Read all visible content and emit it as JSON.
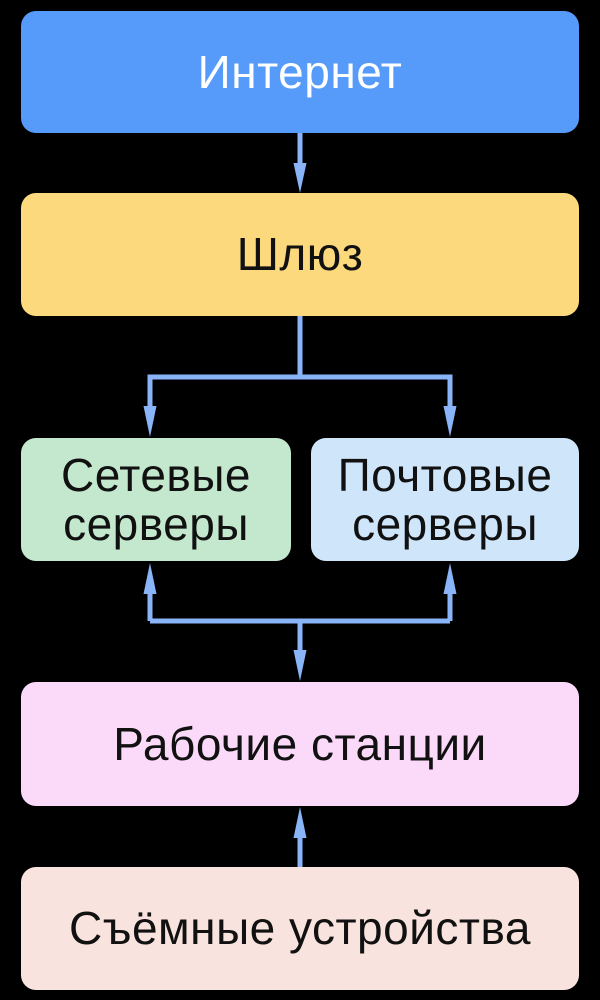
{
  "diagram": {
    "background": "#000000",
    "arrow_color": "#8ab4f8",
    "nodes": [
      {
        "id": "internet",
        "label": "Интернет",
        "fill": "#569afa",
        "text_color": "#ffffff"
      },
      {
        "id": "gateway",
        "label": "Шлюз",
        "fill": "#fdd97d",
        "text_color": "#111111"
      },
      {
        "id": "network-servers",
        "label": "Сетевые серверы",
        "fill": "#c3e8ce",
        "text_color": "#111111"
      },
      {
        "id": "mail-servers",
        "label": "Почтовые серверы",
        "fill": "#cfe5fa",
        "text_color": "#111111"
      },
      {
        "id": "workstations",
        "label": "Рабочие станции",
        "fill": "#fbd9f9",
        "text_color": "#111111"
      },
      {
        "id": "removable-devices",
        "label": "Съёмные устройства",
        "fill": "#f9e3de",
        "text_color": "#111111"
      }
    ],
    "edges": [
      {
        "from": "internet",
        "to": "gateway",
        "direction": "down"
      },
      {
        "from": "gateway",
        "to": "network-servers",
        "direction": "down"
      },
      {
        "from": "gateway",
        "to": "mail-servers",
        "direction": "down"
      },
      {
        "from": "workstations",
        "to": "network-servers",
        "direction": "up"
      },
      {
        "from": "workstations",
        "to": "mail-servers",
        "direction": "up"
      },
      {
        "from": "servers-junction",
        "to": "workstations",
        "direction": "down"
      },
      {
        "from": "removable-devices",
        "to": "workstations",
        "direction": "up"
      }
    ]
  }
}
